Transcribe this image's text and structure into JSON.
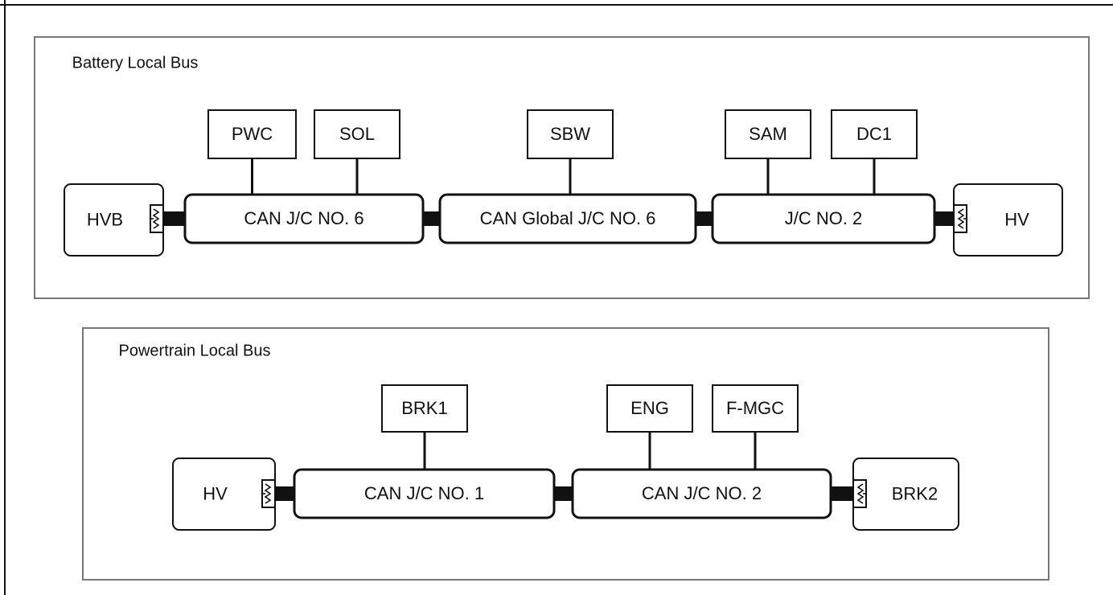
{
  "panels": [
    {
      "id": "battery",
      "title": "Battery Local Bus",
      "nodes": [
        "PWC",
        "SOL",
        "SBW",
        "SAM",
        "DC1"
      ],
      "buses": [
        "CAN J/C NO. 6",
        "CAN Global J/C NO. 6",
        "J/C NO. 2"
      ],
      "ends": [
        "HVB",
        "HV"
      ]
    },
    {
      "id": "powertrain",
      "title": "Powertrain Local Bus",
      "nodes": [
        "BRK1",
        "ENG",
        "F-MGC"
      ],
      "buses": [
        "CAN J/C NO. 1",
        "CAN J/C NO. 2"
      ],
      "ends": [
        "HV",
        "BRK2"
      ]
    }
  ],
  "colors": {
    "line": "#111111",
    "panel_border": "#777777",
    "background": "#ffffff"
  }
}
